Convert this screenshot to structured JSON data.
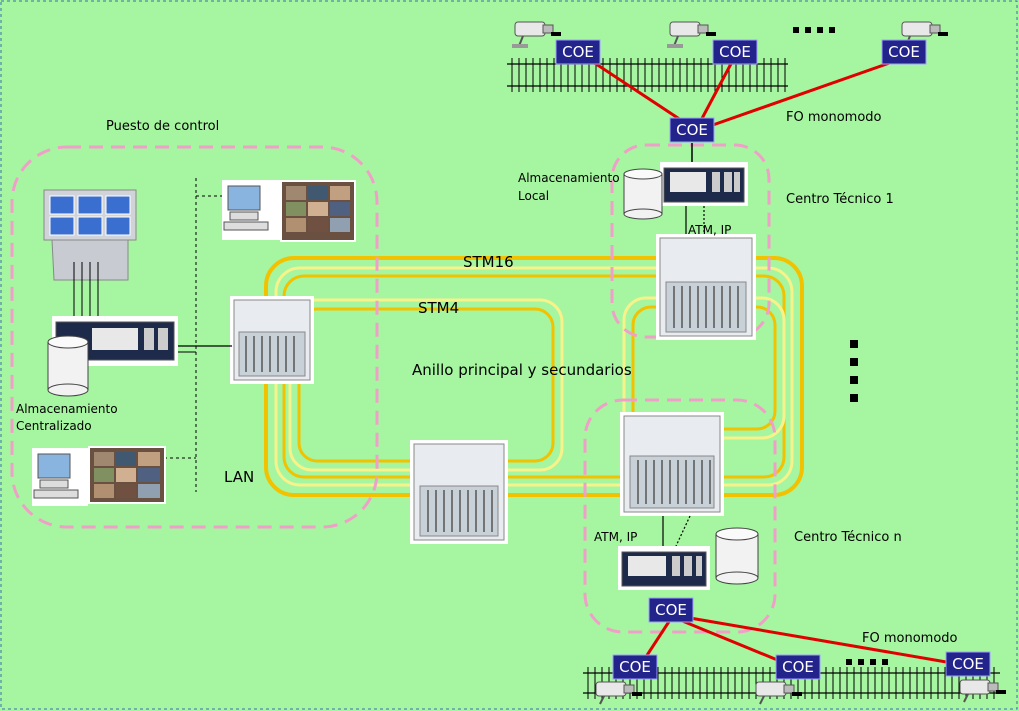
{
  "labels": {
    "puesto_control": "Puesto de control",
    "almacenamiento_local": [
      "Almacenamiento",
      "Local"
    ],
    "almacenamiento_centralizado": [
      "Almacenamiento",
      "Centralizado"
    ],
    "centro_tecnico_1": "Centro Técnico 1",
    "centro_tecnico_n": "Centro Técnico n",
    "fo_monomodo_top": "FO monomodo",
    "fo_monomodo_bottom": "FO monomodo",
    "stm16": "STM16",
    "stm4": "STM4",
    "anillo": "Anillo principal y secundarios",
    "lan": "LAN",
    "atm_ip_top": "ATM, IP",
    "atm_ip_bottom": "ATM, IP"
  },
  "coe": {
    "label": "COE",
    "top_row": [
      "COE",
      "COE",
      "COE"
    ],
    "top_hub": "COE",
    "bottom_hub": "COE",
    "bottom_row": [
      "COE",
      "COE",
      "COE"
    ]
  },
  "colors": {
    "background": "#a6f5a0",
    "zone_dash": "#f0a0c8",
    "ring_outer": "#f2c200",
    "ring_inner": "#f7f28a",
    "fiber": "#e00000",
    "coe_fill": "#23238c"
  },
  "icons": {
    "camera": "camera-icon",
    "equipment": "sdh-rack-icon",
    "storage": "storage-cylinder-icon",
    "pc": "computer-icon",
    "monitor_wall": "monitor-wall-icon"
  }
}
